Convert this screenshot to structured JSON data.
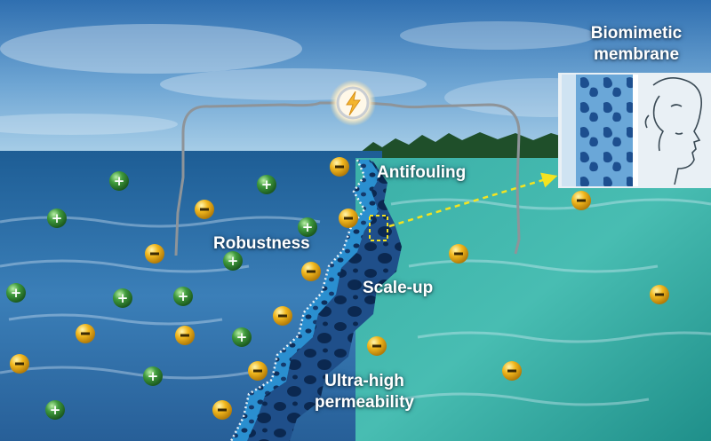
{
  "labels": {
    "biomimetic": {
      "line1": "Biomimetic",
      "line2": "membrane"
    },
    "antifouling": "Antifouling",
    "robustness": "Robustness",
    "scale_up": "Scale-up",
    "ultra": {
      "line1": "Ultra-high",
      "line2": "permeability"
    }
  },
  "ion_symbols": {
    "positive": "+",
    "negative": "−"
  },
  "icons": [
    "lightning-bulb-icon",
    "dashed-arrow-icon",
    "face-profile-icon"
  ],
  "colors": {
    "positive_ion": "#3f9a3c",
    "negative_ion": "#f2b81e",
    "left_water": "#1d5d95",
    "right_water": "#2fa6a0",
    "membrane": "#2a8fd0",
    "highlight_box": "#f4e320",
    "arrow": "#f4e320",
    "wire": "#8e9499"
  }
}
